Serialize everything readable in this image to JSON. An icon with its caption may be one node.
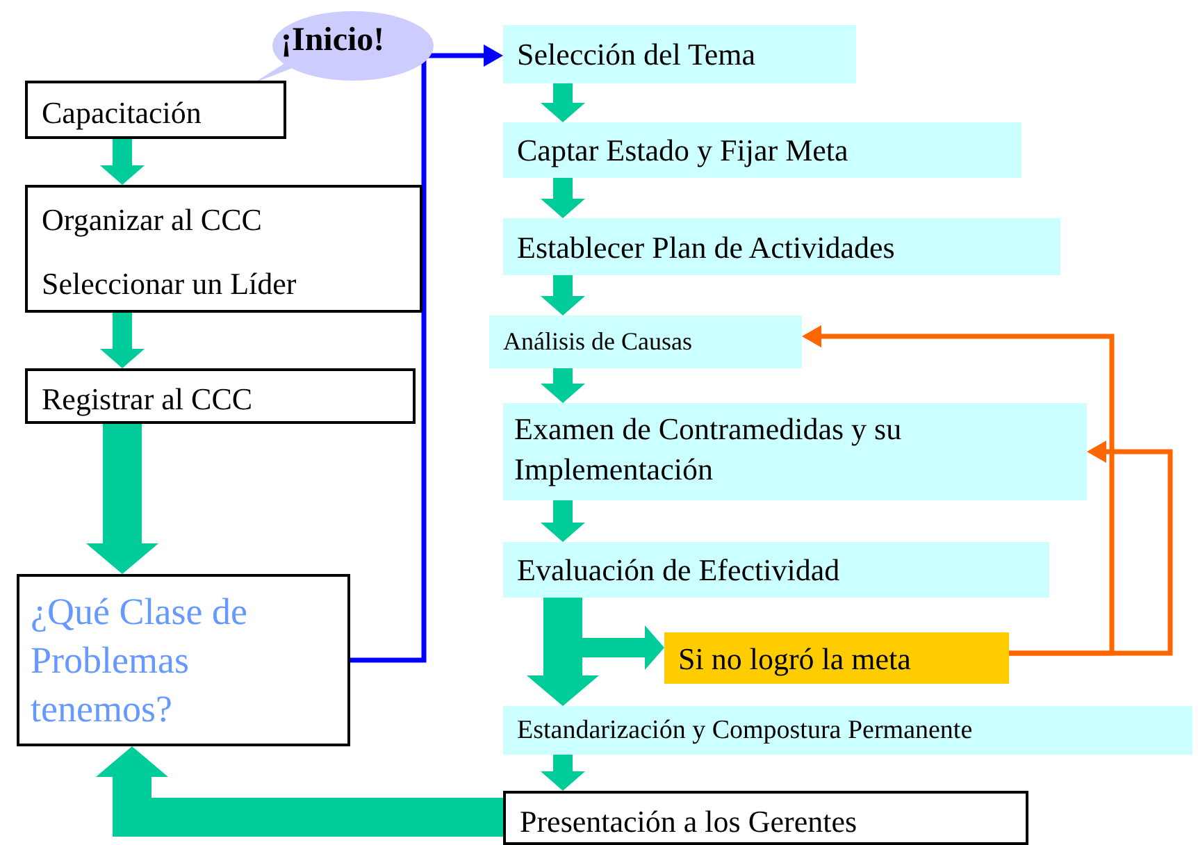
{
  "diagram": {
    "nodes": [
      {
        "text": [
          "¡Inicio!"
        ]
      },
      {
        "text": [
          "Capacitación"
        ]
      },
      {
        "text": [
          "Organizar al CCC",
          "Seleccionar un Líder"
        ]
      },
      {
        "text": [
          "Registrar al CCC"
        ]
      },
      {
        "text": [
          "¿Qué Clase de Problemas tenemos?"
        ]
      },
      {
        "text": [
          "Selección del Tema"
        ]
      },
      {
        "text": [
          "Captar Estado y Fijar  Meta"
        ]
      },
      {
        "text": [
          "Establecer Plan de Actividades"
        ]
      },
      {
        "text": [
          "Análisis de Causas"
        ]
      },
      {
        "text": [
          "Examen de Contramedidas y su Implementación"
        ]
      },
      {
        "text": [
          "Evaluación de Efectividad"
        ]
      },
      {
        "text": [
          "Si no logró la meta"
        ]
      },
      {
        "text": [
          "Estandarización y Compostura Permanente"
        ]
      },
      {
        "text": [
          "Presentación a los Gerentes"
        ]
      }
    ],
    "edges": [
      {
        "from": 1,
        "to": 2,
        "arrow": "to"
      },
      {
        "from": 2,
        "to": 3,
        "arrow": "to"
      },
      {
        "from": 3,
        "to": 4,
        "arrow": "to",
        "style": "thick"
      },
      {
        "from": 4,
        "to": 5,
        "arrow": "to",
        "color": "#0000ff"
      },
      {
        "from": 5,
        "to": 6,
        "arrow": "to"
      },
      {
        "from": 6,
        "to": 7,
        "arrow": "to"
      },
      {
        "from": 7,
        "to": 8,
        "arrow": "to"
      },
      {
        "from": 8,
        "to": 9,
        "arrow": "to"
      },
      {
        "from": 9,
        "to": 10,
        "arrow": "to"
      },
      {
        "from": 10,
        "to": 11,
        "arrow": "to"
      },
      {
        "from": 10,
        "to": 12,
        "arrow": "to",
        "style": "thick"
      },
      {
        "from": 12,
        "to": 13,
        "arrow": "to"
      },
      {
        "from": 13,
        "to": 4,
        "arrow": "to",
        "style": "thick"
      },
      {
        "from": 11,
        "to": 8,
        "arrow": "to",
        "color": "#ff6600"
      },
      {
        "from": 11,
        "to": 9,
        "arrow": "to",
        "color": "#ff6600"
      }
    ]
  }
}
